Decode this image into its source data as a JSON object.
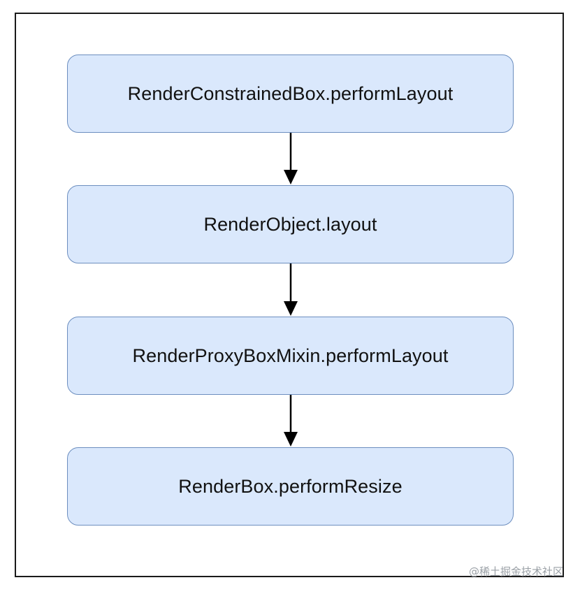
{
  "diagram": {
    "nodes": [
      {
        "id": "node-1",
        "label": "RenderConstrainedBox.performLayout"
      },
      {
        "id": "node-2",
        "label": "RenderObject.layout"
      },
      {
        "id": "node-3",
        "label": "RenderProxyBoxMixin.performLayout"
      },
      {
        "id": "node-4",
        "label": "RenderBox.performResize"
      }
    ],
    "edges": [
      {
        "from": "node-1",
        "to": "node-2"
      },
      {
        "from": "node-2",
        "to": "node-3"
      },
      {
        "from": "node-3",
        "to": "node-4"
      }
    ],
    "colors": {
      "node_fill": "#dae8fc",
      "node_border": "#6c8ebf",
      "arrow": "#000000"
    }
  },
  "watermark": "@稀土掘金技术社区"
}
